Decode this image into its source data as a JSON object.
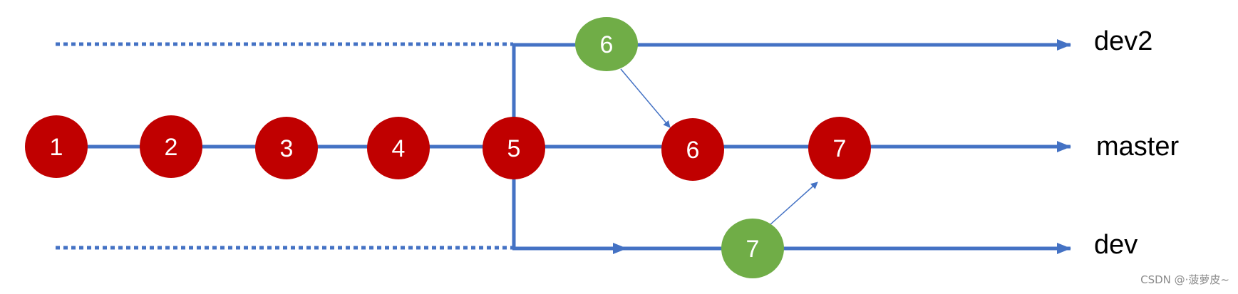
{
  "colors": {
    "line": "#4472C4",
    "master_commit": "#C00000",
    "branch_commit": "#70AD47",
    "commit_text": "#FFFFFF",
    "label_text": "#000000"
  },
  "branches": [
    {
      "id": "dev2",
      "label": "dev2"
    },
    {
      "id": "master",
      "label": "master"
    },
    {
      "id": "dev",
      "label": "dev"
    }
  ],
  "commits": [
    {
      "id": "m1",
      "label": "1",
      "branch": "master"
    },
    {
      "id": "m2",
      "label": "2",
      "branch": "master"
    },
    {
      "id": "m3",
      "label": "3",
      "branch": "master"
    },
    {
      "id": "m4",
      "label": "4",
      "branch": "master"
    },
    {
      "id": "m5",
      "label": "5",
      "branch": "master"
    },
    {
      "id": "m6",
      "label": "6",
      "branch": "master"
    },
    {
      "id": "m7",
      "label": "7",
      "branch": "master"
    },
    {
      "id": "d2_6",
      "label": "6",
      "branch": "dev2"
    },
    {
      "id": "d_7",
      "label": "7",
      "branch": "dev"
    }
  ],
  "merges": [
    {
      "from": "d2_6",
      "to": "m6"
    },
    {
      "from": "d_7",
      "to": "m7"
    }
  ],
  "watermark": "CSDN @·菠萝皮~"
}
